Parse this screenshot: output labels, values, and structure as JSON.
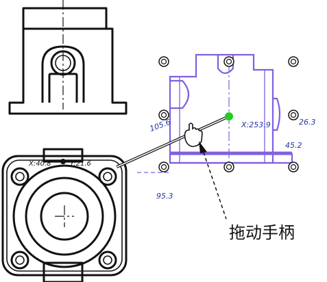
{
  "annotations": {
    "drag_handle_label": "拖动手柄"
  },
  "dimensions": {
    "top_right_x": "X:253.9",
    "right_vertical": "26.3",
    "right_inner": "45.2",
    "left_small": "105.6",
    "bottom_width": "95.3",
    "plan_x": "X:40.8",
    "plan_y": "Y:21.6"
  },
  "colors": {
    "geometry": "#111111",
    "selected_view": "#7f5fe0",
    "dimension_text": "#2436a0",
    "drag_point": "#22cc22"
  },
  "icons": {
    "handle": "circle-target-icon",
    "cursor": "hand-cursor-icon",
    "drag_point": "green-dot-icon"
  }
}
